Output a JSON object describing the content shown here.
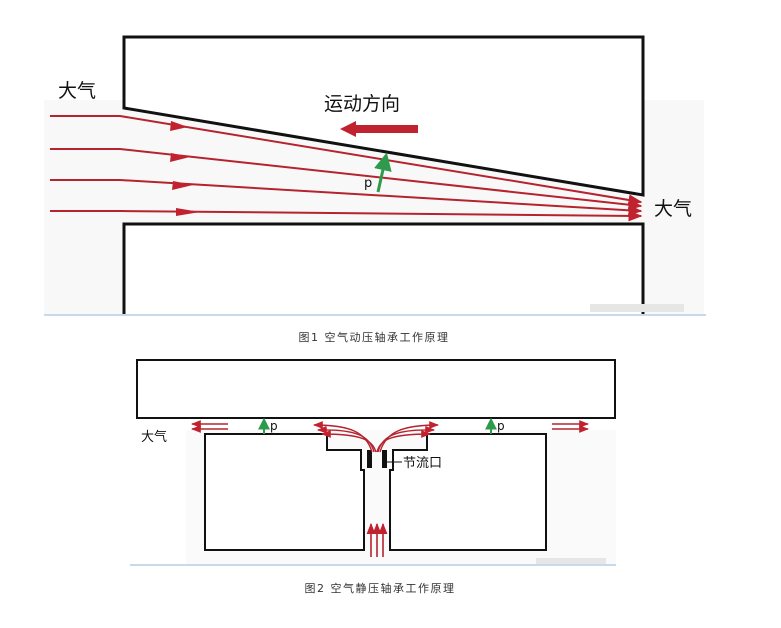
{
  "figure1": {
    "caption": "图1  空气动压轴承工作原理",
    "atmosphere_left": "大气",
    "atmosphere_right": "大气",
    "motion_direction": "运动方向",
    "pressure_label": "p"
  },
  "figure2": {
    "caption": "图2    空气静压轴承工作原理",
    "atmosphere": "大气",
    "pressure_left": "p",
    "pressure_right": "p",
    "orifice": "节流口"
  },
  "colors": {
    "flow": "#b5232e",
    "pressure_arrow": "#2e9a4c",
    "outline": "#111111",
    "rule": "#8fb6d9",
    "watermark": "#e4e4e4"
  }
}
